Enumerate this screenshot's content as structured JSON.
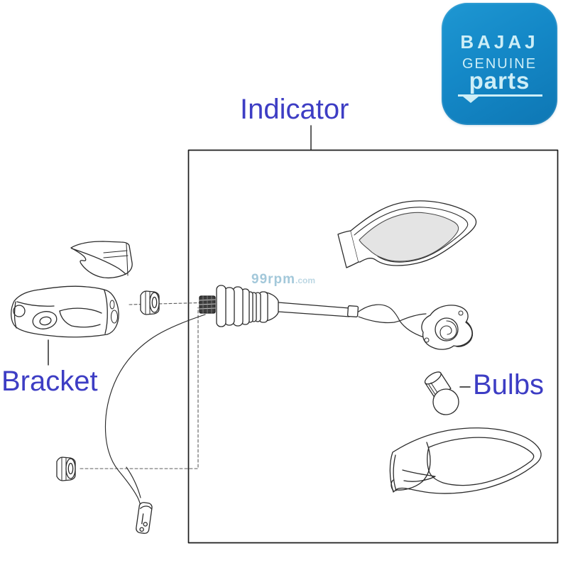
{
  "labels": {
    "indicator": "Indicator",
    "bracket": "Bracket",
    "bulbs": "Bulbs",
    "text_color": "#3d3dc4"
  },
  "watermark": {
    "main": "99rpm",
    "suffix": ".com",
    "color": "#a3c8da"
  },
  "badge": {
    "brand": "BAJAJ",
    "genuine": "GENUINE",
    "parts": "parts",
    "bg_color": "#1488c7",
    "text_color": "#cdeef7"
  },
  "diagram": {
    "frame_color": "#1c1c1c",
    "line_color": "#2b2b2b",
    "lens_fill": "#e4e4e4",
    "part_names": [
      "indicator-lens",
      "indicator-housing",
      "mounting-bracket",
      "trim-fin",
      "flange-nut-upper",
      "flange-nut-lower",
      "threaded-stem-with-rubber-boot",
      "bulb-holder-socket",
      "wiring-lead-with-connector",
      "bulb"
    ]
  }
}
